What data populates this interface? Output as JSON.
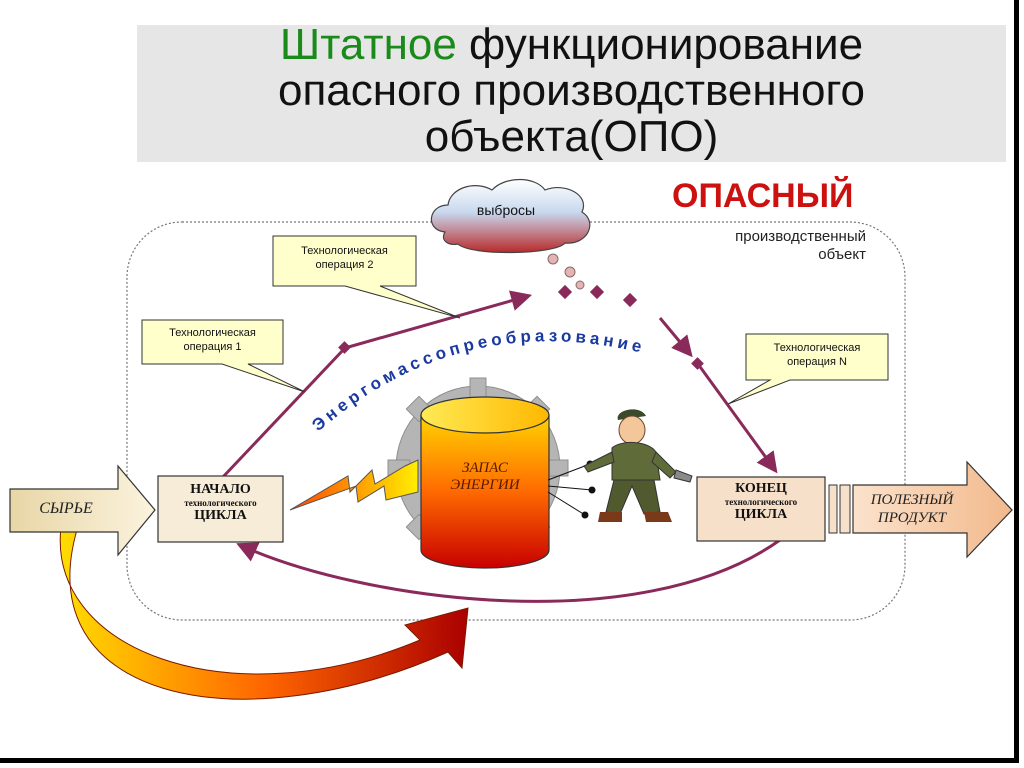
{
  "title": {
    "part1": "Штатное",
    "part2": " функционирование",
    "line2": "опасного производственного",
    "line3": "объекта(ОПО)"
  },
  "object": {
    "heading": "ОПАСНЫЙ",
    "sub_line1": "производственный",
    "sub_line2": "объект"
  },
  "emissions": "выбросы",
  "operations": {
    "op1_line1": "Технологическая",
    "op1_line2": "операция 1",
    "op2_line1": "Технологическая",
    "op2_line2": "операция 2",
    "opn_line1": "Технологическая",
    "opn_line2": "операция N"
  },
  "raw": "СЫРЬЕ",
  "start": {
    "line1": "НАЧАЛО",
    "line2": "технологического",
    "line3": "ЦИКЛА"
  },
  "energy": {
    "line1": "ЗАПАС",
    "line2": "ЭНЕРГИИ"
  },
  "end": {
    "line1": "КОНЕЦ",
    "line2": "технологического",
    "line3": "ЦИКЛА"
  },
  "product": {
    "line1": "ПОЛЕЗНЫЙ",
    "line2": "ПРОДУКТ"
  },
  "arc_text": "Энергомассопреобразование",
  "colors": {
    "title_accent": "#1a8a1a",
    "danger": "#cc1111",
    "flow_arrow": "#8a2a5a",
    "arc_text": "#1a3aa0",
    "box_fill": "#f7ecd8",
    "callout_fill": "#ffffcc"
  }
}
